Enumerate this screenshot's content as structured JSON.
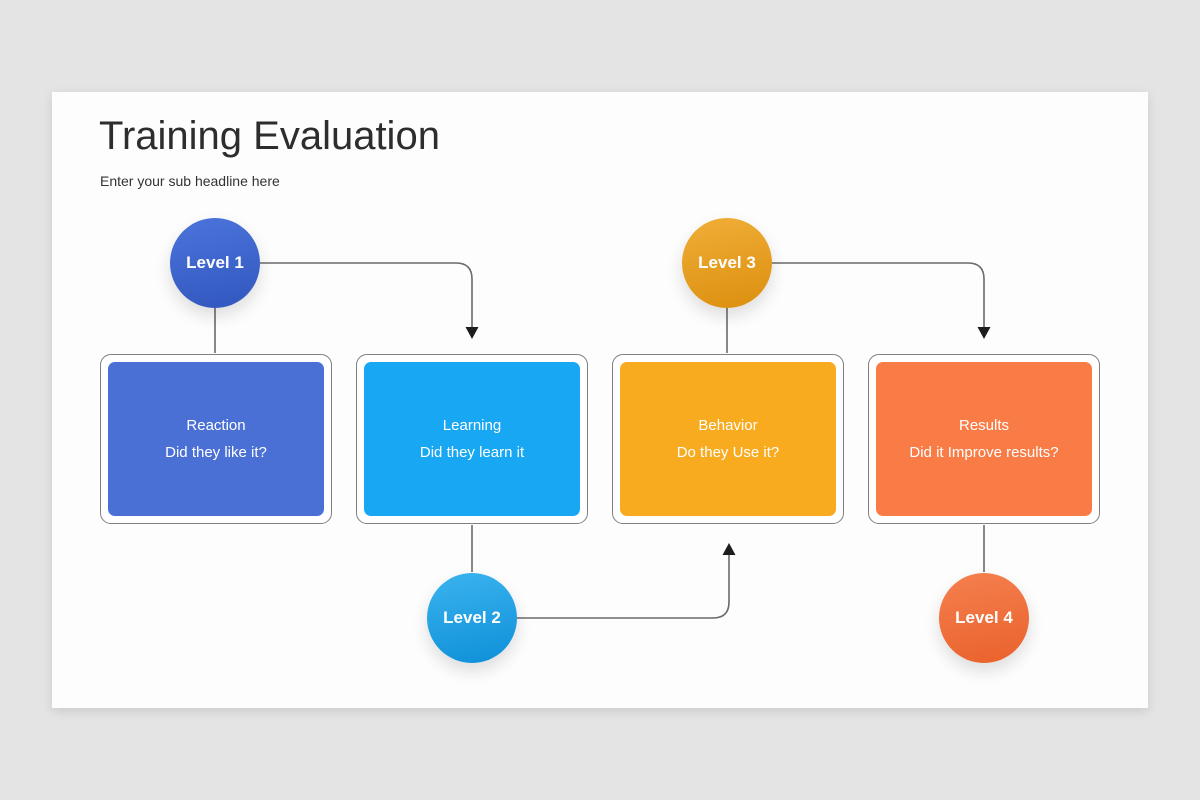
{
  "canvas": {
    "background_color": "#e5e4e4",
    "card_background_color": "#fdfdfd"
  },
  "header": {
    "title": "Training Evaluation",
    "subtitle": "Enter your sub headline here"
  },
  "diagram": {
    "connector_color": "#6a6a6a",
    "arrowhead_color": "#1d1d1d",
    "levels": [
      {
        "label": "Level 1",
        "colors": {
          "from": "#4B74DA",
          "to": "#3157BE"
        }
      },
      {
        "label": "Level 2",
        "colors": {
          "from": "#3BB4EF",
          "to": "#0E8FD8"
        }
      },
      {
        "label": "Level 3",
        "colors": {
          "from": "#F0AE38",
          "to": "#DC8F0E"
        }
      },
      {
        "label": "Level 4",
        "colors": {
          "from": "#F5804F",
          "to": "#E9612B"
        }
      }
    ],
    "stages": [
      {
        "title": "Reaction",
        "question": "Did they like it?",
        "color": "#4A70D6"
      },
      {
        "title": "Learning",
        "question": "Did they learn it",
        "color": "#18A7F2"
      },
      {
        "title": "Behavior",
        "question": "Do they Use it?",
        "color": "#F8AB1E"
      },
      {
        "title": "Results",
        "question": "Did it Improve results?",
        "color": "#F97C47"
      }
    ]
  }
}
